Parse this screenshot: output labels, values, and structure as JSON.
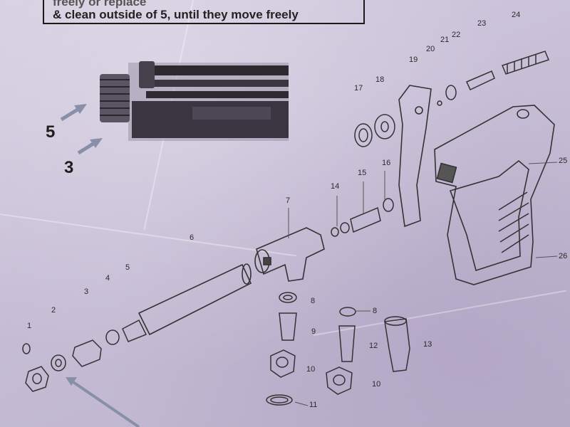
{
  "instruction": {
    "line1": "freely or replace",
    "line2": "& clean outside of 5, until they move freely"
  },
  "photo_callouts": [
    "5",
    "3"
  ],
  "part_labels": {
    "p1": "1",
    "p2": "2",
    "p3": "3",
    "p4": "4",
    "p5": "5",
    "p6": "6",
    "p7": "7",
    "p8a": "8",
    "p8b": "8",
    "p9": "9",
    "p10a": "10",
    "p10b": "10",
    "p11": "11",
    "p12": "12",
    "p13": "13",
    "p14": "14",
    "p15": "15",
    "p16": "16",
    "p17": "17",
    "p18": "18",
    "p19": "19",
    "p20": "20",
    "p21": "21",
    "p22": "22",
    "p23": "23",
    "p24": "24",
    "p25": "25",
    "p26": "26"
  },
  "colors": {
    "paper": "#c9c0d6",
    "ink": "#2a2a2a",
    "arrow": "#8a8fa8"
  }
}
